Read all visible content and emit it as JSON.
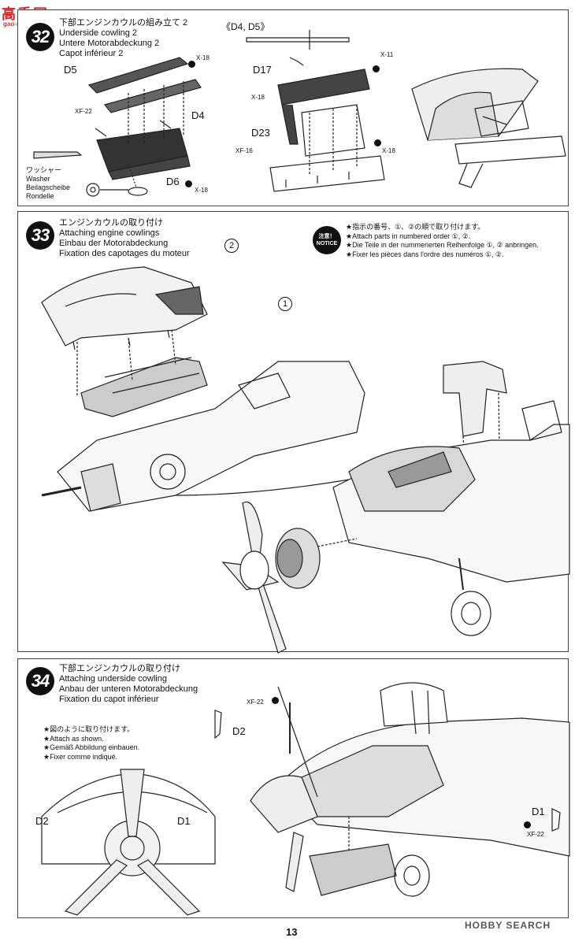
{
  "watermark": {
    "brand_text": "高手网",
    "sub_text": "gao-shou.com"
  },
  "step32": {
    "number": "32",
    "titles": [
      "下部エンジンカウルの組み立て 2",
      "Underside cowling 2",
      "Untere Motorabdeckung 2",
      "Capot inférieur 2"
    ],
    "sub_ref": "《D4, D5》",
    "parts": [
      "D5",
      "D4",
      "D6",
      "D17",
      "D23"
    ],
    "paints": [
      "X-18",
      "XF-22",
      "X-18",
      "X-11",
      "X-18",
      "XF-16",
      "X-18"
    ],
    "washer_labels": [
      "ワッシャー",
      "Washer",
      "Beilagscheibe",
      "Rondelle"
    ]
  },
  "step33": {
    "number": "33",
    "titles": [
      "エンジンカウルの取り付け",
      "Attaching engine cowlings",
      "Einbau der Motorabdeckung",
      "Fixation des capotages du moteur"
    ],
    "notice_jp": "注意！",
    "notice_en": "NOTICE",
    "notes": [
      "★指示の番号、①、②の順で取り付けます。",
      "★Attach parts in numbered order ①, ②.",
      "★Die Teile in der nummerierten Reihenfolge ①, ② anbringen.",
      "★Fixer les pièces dans l'ordre des numéros ①, ②."
    ],
    "order_1": "1",
    "order_2": "2"
  },
  "step34": {
    "number": "34",
    "titles": [
      "下部エンジンカウルの取り付け",
      "Attaching underside cowling",
      "Anbau der unteren Motorabdeckung",
      "Fixation du capot inférieur"
    ],
    "notes": [
      "★図のように取り付けます。",
      "★Attach as shown.",
      "★Gemäß Abbildung einbauen.",
      "★Fixer comme indiqué."
    ],
    "parts": [
      "D2",
      "D1",
      "D2",
      "D1"
    ],
    "paints": [
      "XF-22",
      "XF-22"
    ]
  },
  "footer": {
    "page_number": "13",
    "search_logo": "HOBBY SEARCH"
  }
}
